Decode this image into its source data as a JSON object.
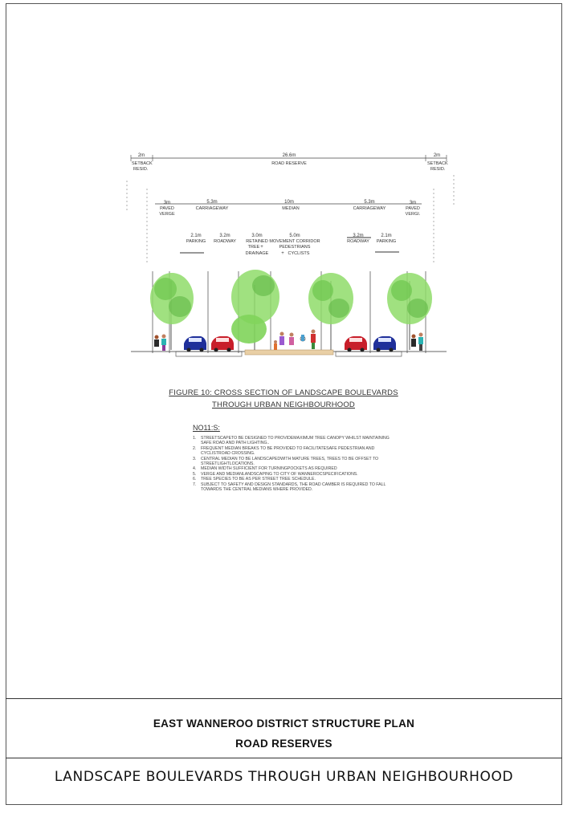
{
  "dimensions": {
    "setback_left": "2m",
    "road_reserve": "26.6m",
    "setback_right": "2m",
    "paved_verge_left": "3m",
    "carriageway_left": "5.3m",
    "median": "10m",
    "carriageway_right": "5.3m",
    "paved_verge_right": "3m",
    "parking_left": "2.1m",
    "roadway_left": "3.2m",
    "retained_tree": "3.0m",
    "movement_corridor": "5.0m",
    "roadway_right": "3.2m",
    "parking_right": "2.1m"
  },
  "labels": {
    "setback_resid_1": "SETBACK",
    "setback_resid_2": "RESID.",
    "road_reserve": "ROAD RESERVE",
    "paved_1": "PAVED",
    "verge_left": "VERGE",
    "verge_right": "VERGI.",
    "carriageway": "CARRIAGEWAY",
    "median": "MEDIAN",
    "parking": "PARKING",
    "roadway": "ROADWAY",
    "retained_1": "RETAINED",
    "retained_2": "TREE",
    "retained_3": "DRAINAGE",
    "corridor_1": "MOVEMENT CORRIDOR",
    "corridor_2": "PEDESTRIANS",
    "corridor_3": "CYCLISTS",
    "plus": "+"
  },
  "caption": {
    "line1": "FIGURE 10: CROSS SECTION OF LANDSCAPE BOULEVARDS",
    "line2": "THROUGH URBAN NEIGHBOURHOOD"
  },
  "notes": {
    "heading": "NO11:S:",
    "items": [
      {
        "num": "1.",
        "text": "STREETSCAPETO BE DESIGNED TO PROVIDEMAXIMUM TREE CANOPY WHILST MAINTAINING SAFE ROAD AND PATH LIGHTING.."
      },
      {
        "num": "2.",
        "text": "FREQUENT MEDIAN BREAKS TO BE PROVIDED TO FACILITATESAFE PEDESTRIAN AND CYCLISTROAD CROSSING."
      },
      {
        "num": "3.",
        "text": "CENTRAL MEDIAN TO BE LANDSCAPEDWITH MATURE TREES, TREES TO BE OFFSET TO STREETLIGHTLOCATIONS."
      },
      {
        "num": "4.",
        "text": "MEDIAN WIDTH SUFFICIENT FOR TURNINGPOCKETS AS REQUIRED"
      },
      {
        "num": "5.",
        "text": "VERGE AND MEDIANLANDSCAPING TO CITY OF WANNEROCSPECIFICATIONS."
      },
      {
        "num": "6.",
        "text": "TREE SPECIES TO BE AS PER STREET TREE SCHEDULE."
      },
      {
        "num": "7.",
        "text": "SUBJECT TO SAFETY AND DESIGN STANDARDS, THE ROAD CAMBER IS REQUIRED TO FALL TOWARDS THE CENTRAL MEDIANS WHERE PROVIDED."
      }
    ]
  },
  "title_block": {
    "line1": "EAST WANNEROO DISTRICT STRUCTURE PLAN",
    "line2": "ROAD RESERVES"
  },
  "bottom_title": "LANDSCAPE BOULEVARDS THROUGH URBAN NEIGHBOURHOOD",
  "colors": {
    "tree_green": "#7fd45a",
    "tree_dark": "#4fae3a",
    "car_red": "#c81e2a",
    "car_blue": "#1f2f9a",
    "median_sand": "#e9cfa5",
    "line": "#333333"
  }
}
